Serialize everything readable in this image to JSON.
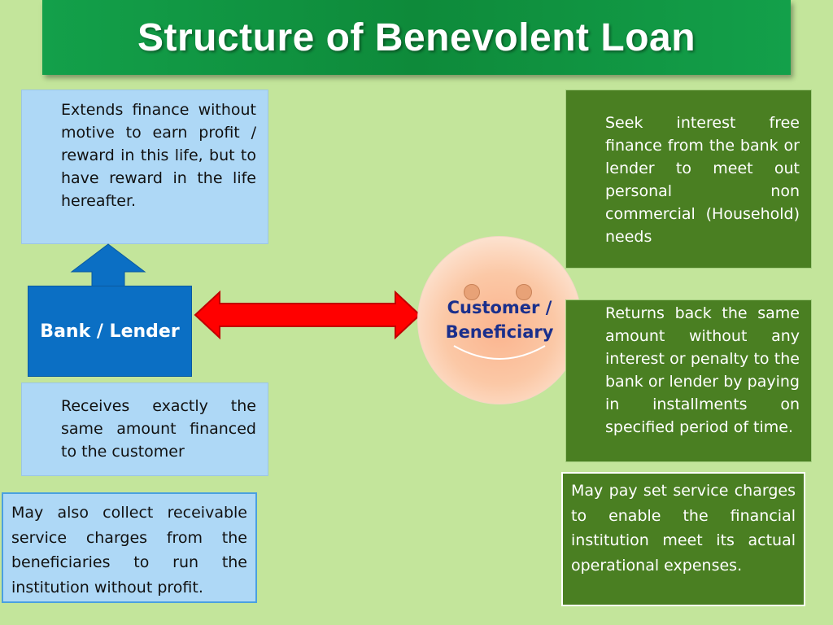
{
  "title": "Structure of  Benevolent Loan",
  "bank": {
    "label": "Bank / Lender",
    "extends": "Extends finance without motive to earn profit / reward in this life, but to have reward in the life hereafter.",
    "receives": "Receives exactly the same amount financed to the customer",
    "collect": "May also collect receivable service charges from the beneficiaries to run the institution without profit."
  },
  "customer": {
    "label_line1": "Customer /",
    "label_line2": "Beneficiary",
    "seek": "Seek interest free finance from the bank or lender to meet out personal non commercial (Household) needs",
    "returns": "Returns back the same amount without any interest or penalty to the bank or lender by paying in installments on specified period of time.",
    "pay": "May pay set service charges to enable the financial institution meet its actual operational expenses."
  },
  "colors": {
    "background": "#c3e59b",
    "title_bar": "#13a04a",
    "light_box": "#aed8f6",
    "dark_green_box": "#4a7f22",
    "bank_box": "#0b6fc4",
    "arrow": "#ff0000",
    "up_arrow": "#0b6fc4",
    "customer_text": "#1a2f8c"
  },
  "icons": [
    "up-arrow-icon",
    "double-arrow-icon",
    "smiley-face-icon"
  ]
}
